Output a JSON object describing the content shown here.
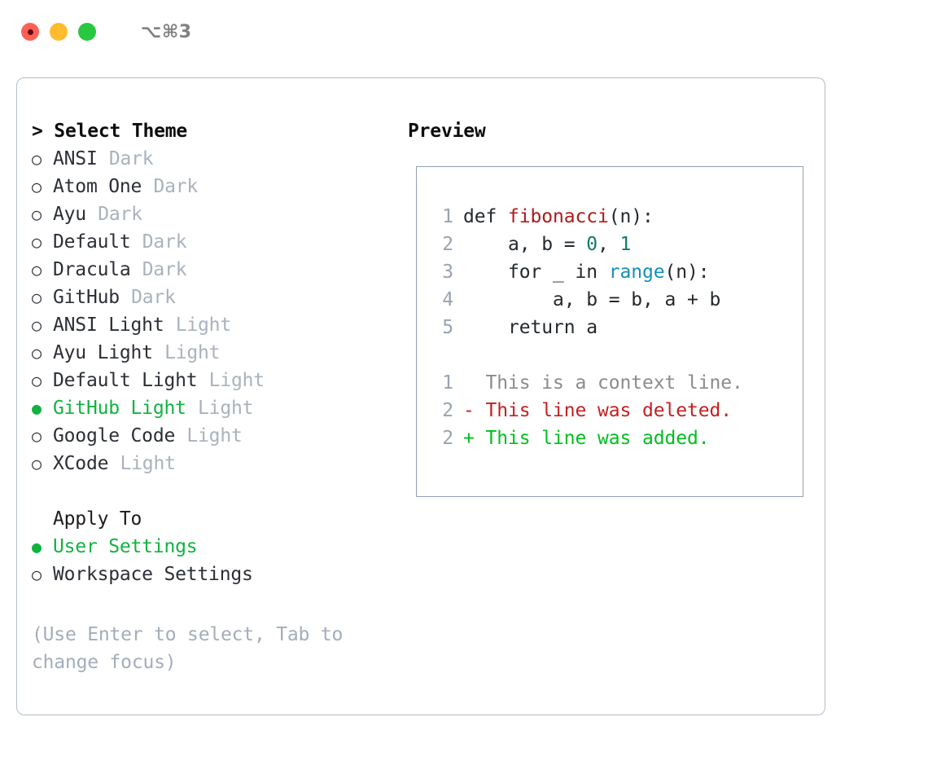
{
  "titlebar": {
    "traffic_lights": [
      "close",
      "minimize",
      "zoom"
    ],
    "shortcut": "⌥⌘3"
  },
  "theme_picker": {
    "heading": "> Select Theme",
    "selected_theme": "GitHub Light",
    "radio_empty": "○",
    "radio_filled": "●",
    "accent_color": "#11b340",
    "muted_color": "#a9b2bd",
    "items": [
      {
        "name": "ANSI",
        "variant": "Dark",
        "selected": false
      },
      {
        "name": "Atom One",
        "variant": "Dark",
        "selected": false
      },
      {
        "name": "Ayu",
        "variant": "Dark",
        "selected": false
      },
      {
        "name": "Default",
        "variant": "Dark",
        "selected": false
      },
      {
        "name": "Dracula",
        "variant": "Dark",
        "selected": false
      },
      {
        "name": "GitHub",
        "variant": "Dark",
        "selected": false
      },
      {
        "name": "ANSI Light",
        "variant": "Light",
        "selected": false
      },
      {
        "name": "Ayu Light",
        "variant": "Light",
        "selected": false
      },
      {
        "name": "Default Light",
        "variant": "Light",
        "selected": false
      },
      {
        "name": "GitHub Light",
        "variant": "Light",
        "selected": true
      },
      {
        "name": "Google Code",
        "variant": "Light",
        "selected": false
      },
      {
        "name": "XCode",
        "variant": "Light",
        "selected": false
      }
    ]
  },
  "apply_to": {
    "heading": "Apply To",
    "selected": "User Settings",
    "items": [
      {
        "name": "User Settings",
        "selected": true
      },
      {
        "name": "Workspace Settings",
        "selected": false
      }
    ]
  },
  "hint": "(Use Enter to select, Tab to change focus)",
  "preview": {
    "title": "Preview",
    "code_lines": [
      {
        "no": "1",
        "tokens": [
          {
            "t": "def ",
            "c": "plain"
          },
          {
            "t": "fibonacci",
            "c": "fn"
          },
          {
            "t": "(n):",
            "c": "plain"
          }
        ]
      },
      {
        "no": "2",
        "tokens": [
          {
            "t": "    a, b = ",
            "c": "plain"
          },
          {
            "t": "0",
            "c": "num"
          },
          {
            "t": ", ",
            "c": "plain"
          },
          {
            "t": "1",
            "c": "num"
          }
        ]
      },
      {
        "no": "3",
        "tokens": [
          {
            "t": "    for _ in ",
            "c": "plain"
          },
          {
            "t": "range",
            "c": "call"
          },
          {
            "t": "(n):",
            "c": "plain"
          }
        ]
      },
      {
        "no": "4",
        "tokens": [
          {
            "t": "        a, b = b, a + b",
            "c": "plain"
          }
        ]
      },
      {
        "no": "5",
        "tokens": [
          {
            "t": "    return a",
            "c": "plain"
          }
        ]
      }
    ],
    "diff_lines": [
      {
        "no": "1",
        "marker": "  ",
        "text": "This is a context line.",
        "kind": "ctx"
      },
      {
        "no": "2",
        "marker": "- ",
        "text": "This line was deleted.",
        "kind": "del"
      },
      {
        "no": "2",
        "marker": "+ ",
        "text": "This line was added.",
        "kind": "add"
      }
    ]
  }
}
